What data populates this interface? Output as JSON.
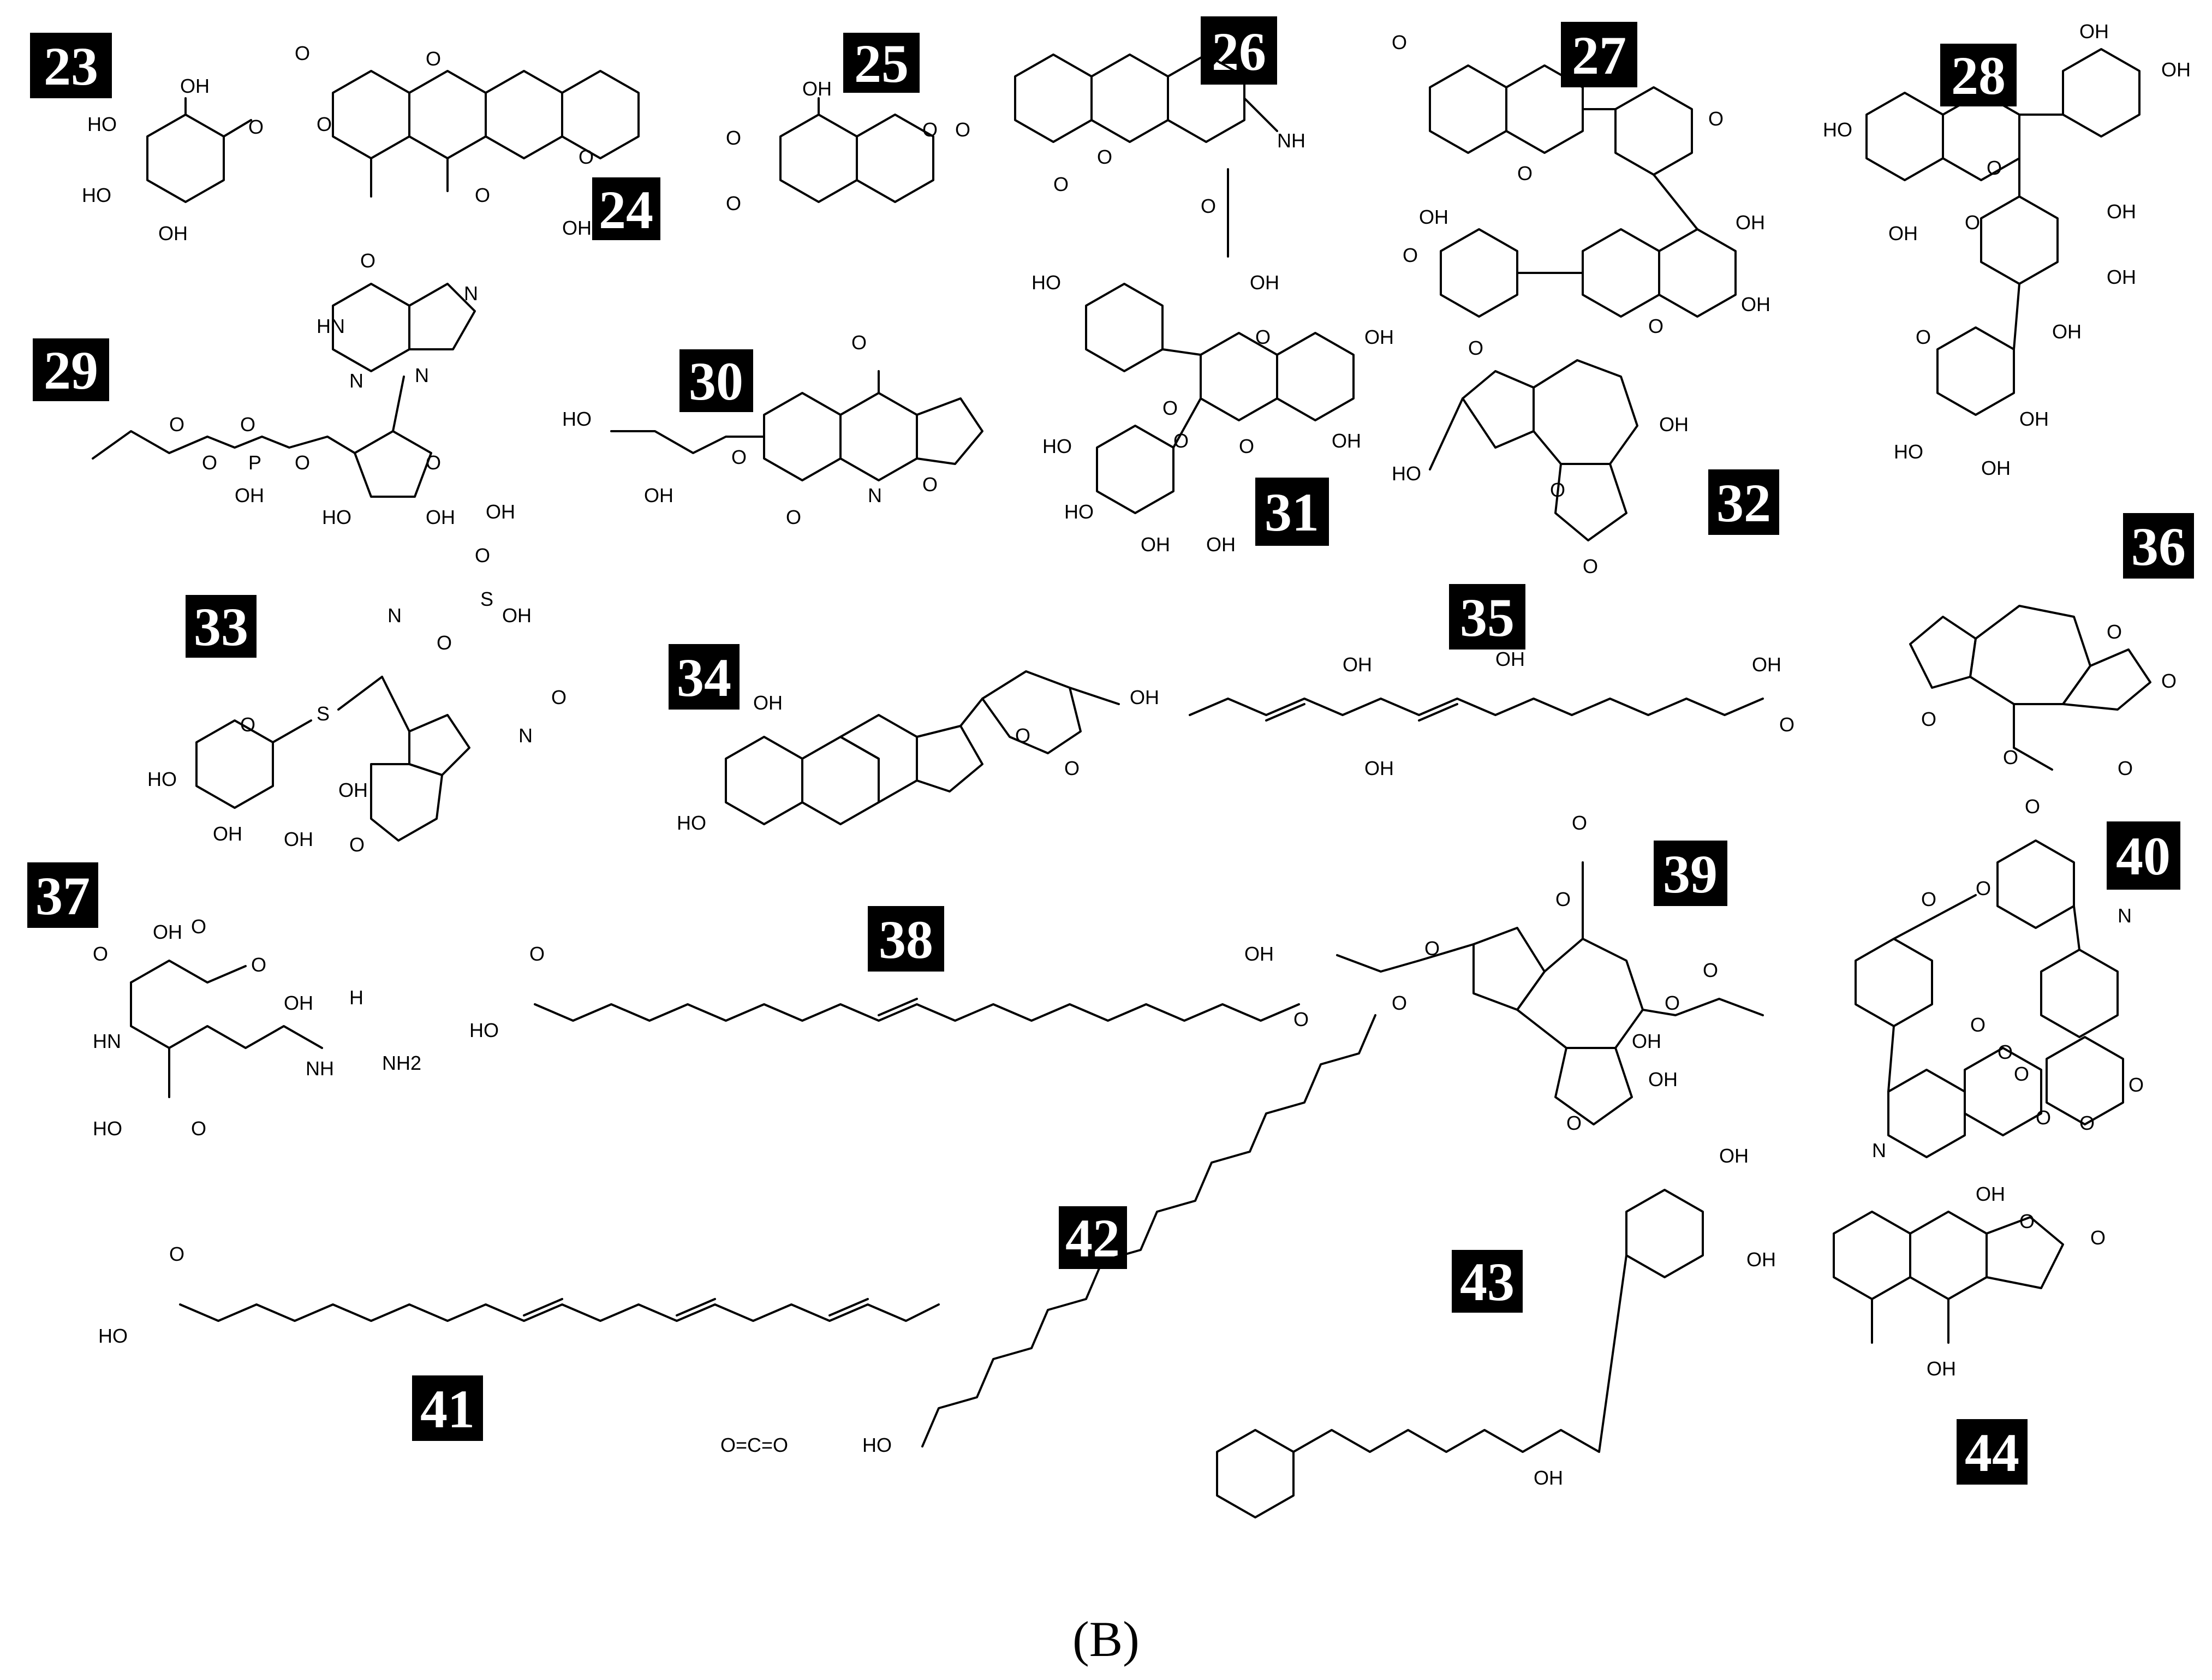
{
  "panel_label": "(B)",
  "compounds": [
    {
      "id": "23",
      "atoms": [
        "OH",
        "HO",
        "HO",
        "OH",
        "O"
      ]
    },
    {
      "id": "24",
      "atoms": [
        "O",
        "O",
        "O",
        "O",
        "O",
        "OH"
      ]
    },
    {
      "id": "25",
      "atoms": [
        "OH",
        "O",
        "O",
        "O",
        "O"
      ]
    },
    {
      "id": "26",
      "atoms": [
        "O",
        "O",
        "NH",
        "O",
        "OH"
      ]
    },
    {
      "id": "27",
      "atoms": [
        "O",
        "OH",
        "O",
        "O",
        "O",
        "OH",
        "OH",
        "O"
      ]
    },
    {
      "id": "28",
      "atoms": [
        "OH",
        "OH",
        "HO",
        "O",
        "OH",
        "O",
        "OH",
        "OH",
        "OH",
        "O",
        "HO",
        "OH",
        "OH"
      ]
    },
    {
      "id": "29",
      "atoms": [
        "O",
        "HN",
        "N",
        "N",
        "N",
        "O",
        "O",
        "P",
        "O",
        "O",
        "OH",
        "O",
        "HO",
        "OH"
      ]
    },
    {
      "id": "30",
      "atoms": [
        "O",
        "HO",
        "O",
        "OH",
        "N",
        "O",
        "O"
      ]
    },
    {
      "id": "31",
      "atoms": [
        "HO",
        "O",
        "OH",
        "O",
        "O",
        "OH",
        "HO",
        "O",
        "HO",
        "OH",
        "OH"
      ]
    },
    {
      "id": "32",
      "atoms": [
        "O",
        "OH",
        "HO",
        "O",
        "O"
      ]
    },
    {
      "id": "33",
      "atoms": [
        "OH",
        "O",
        "S",
        "OH",
        "N",
        "O",
        "S",
        "O",
        "HO",
        "OH",
        "OH",
        "OH",
        "N",
        "O",
        "O"
      ]
    },
    {
      "id": "34",
      "atoms": [
        "OH",
        "O",
        "O",
        "OH",
        "HO"
      ]
    },
    {
      "id": "35",
      "atoms": [
        "OH",
        "OH",
        "OH",
        "OH",
        "O"
      ]
    },
    {
      "id": "36",
      "atoms": [
        "O",
        "O",
        "O",
        "O",
        "O"
      ]
    },
    {
      "id": "37",
      "atoms": [
        "OH",
        "O",
        "O",
        "O",
        "OH",
        "HN",
        "NH",
        "NH2",
        "HO",
        "O",
        "H"
      ]
    },
    {
      "id": "38",
      "atoms": [
        "O",
        "HO",
        "OH",
        "O"
      ]
    },
    {
      "id": "39",
      "atoms": [
        "O",
        "O",
        "O",
        "O",
        "O",
        "O",
        "OH",
        "O",
        "OH"
      ]
    },
    {
      "id": "40",
      "atoms": [
        "O",
        "O",
        "O",
        "N",
        "O",
        "O",
        "N",
        "O",
        "O",
        "O",
        "O"
      ]
    },
    {
      "id": "41",
      "atoms": [
        "O",
        "HO"
      ]
    },
    {
      "id": "42",
      "atoms": [
        "O=C=O",
        "HO"
      ]
    },
    {
      "id": "43",
      "atoms": [
        "OH",
        "OH",
        "OH"
      ]
    },
    {
      "id": "44",
      "atoms": [
        "OH",
        "O",
        "O",
        "OH"
      ]
    }
  ]
}
